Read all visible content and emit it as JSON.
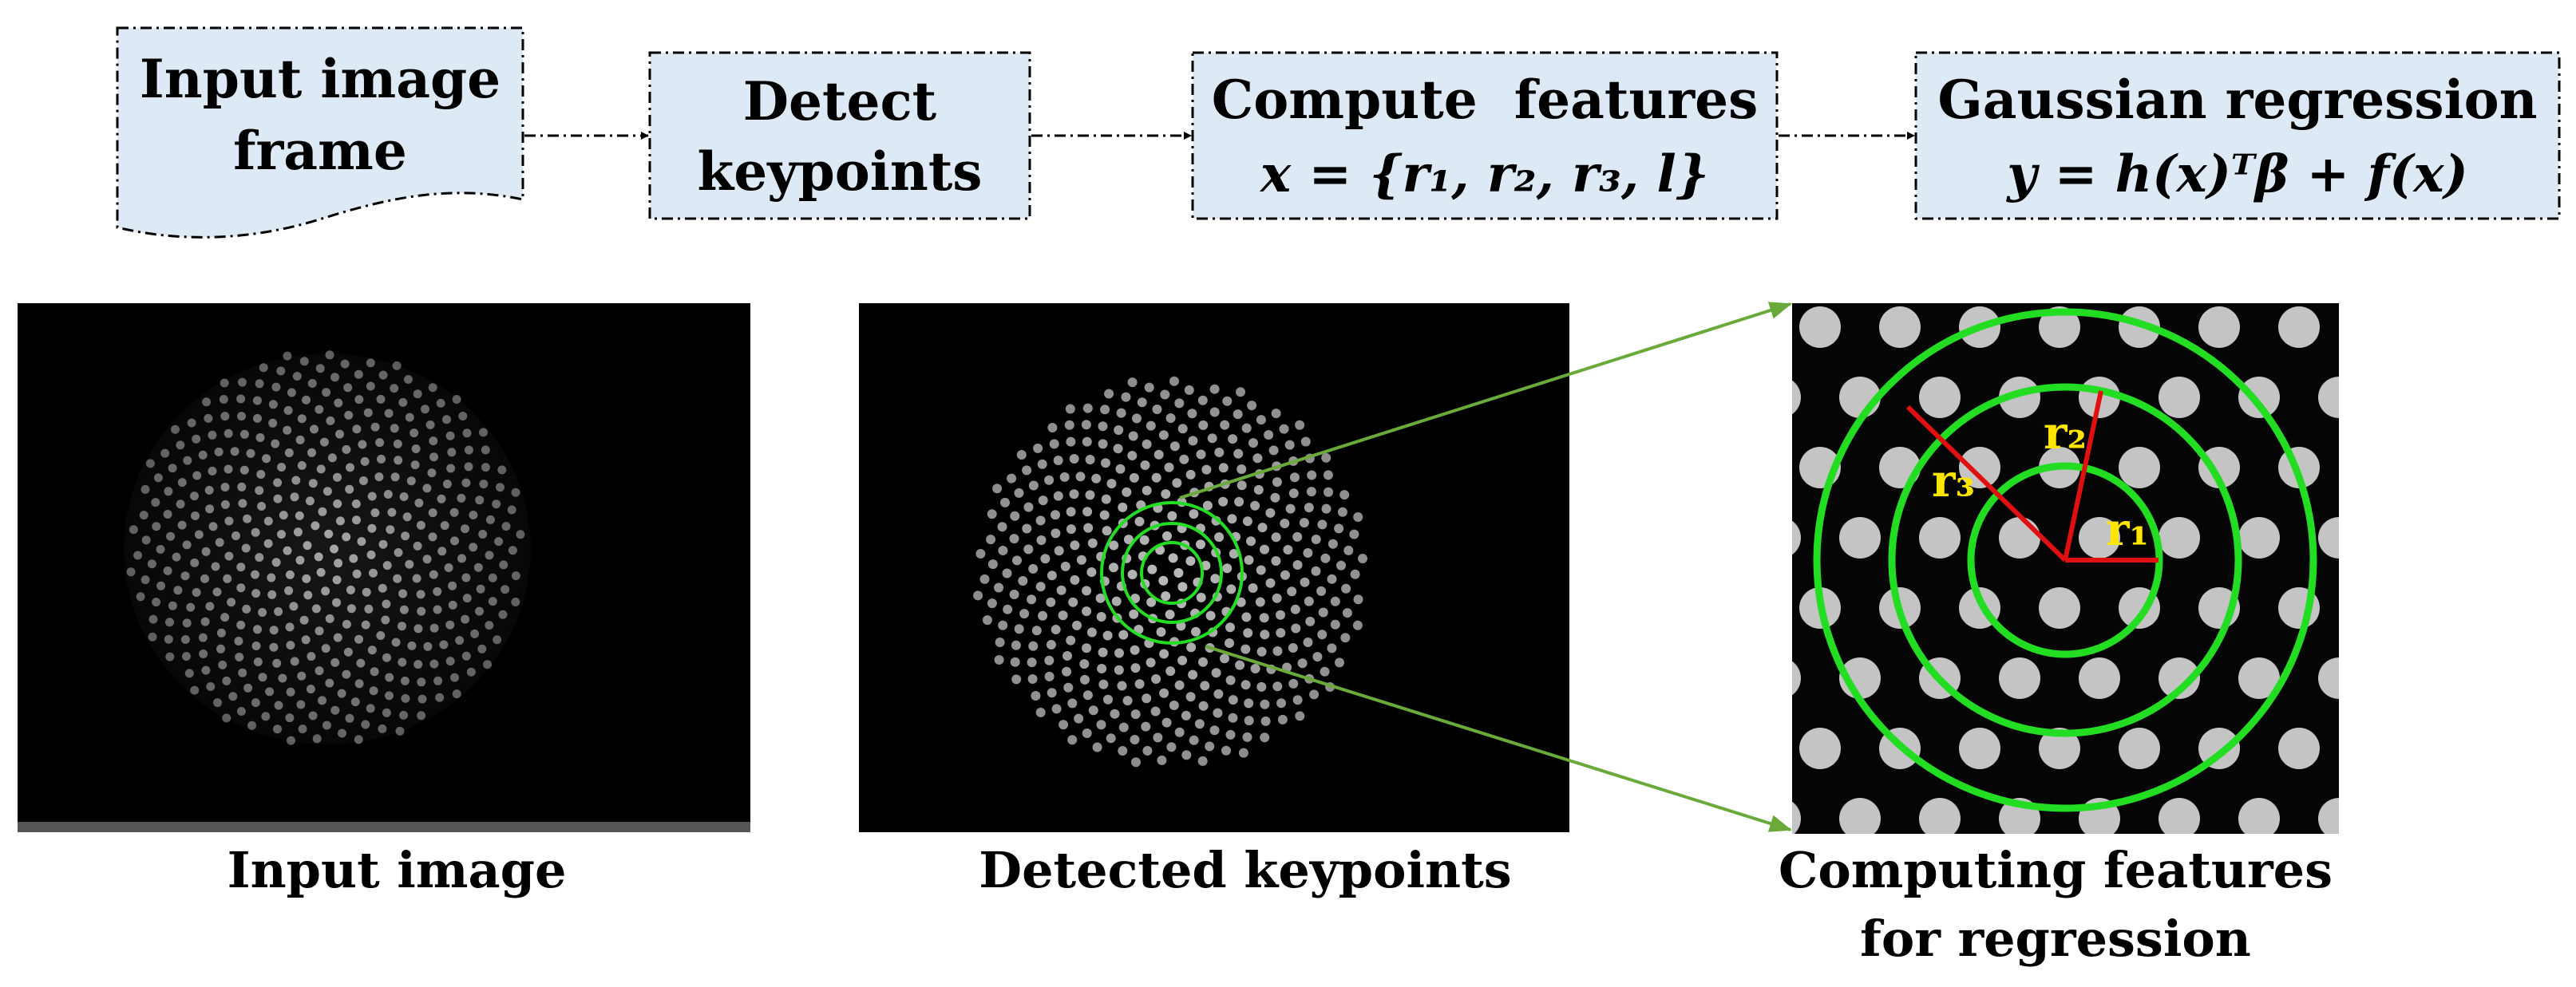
{
  "flow": {
    "step1": {
      "line1": "Input image",
      "line2": "frame"
    },
    "step2": {
      "line1": "Detect",
      "line2": "keypoints"
    },
    "step3": {
      "title": "Compute  features",
      "equation": "x = {r₁, r₂, r₃, l}"
    },
    "step4": {
      "title": "Gaussian regression",
      "equation": "y = h(x)ᵀβ + f(x)"
    }
  },
  "panels": {
    "input_caption": "Input image",
    "detected_caption": "Detected keypoints",
    "features_caption_line1": "Computing features",
    "features_caption_line2": "for regression",
    "radius_labels": {
      "r1": "r₁",
      "r2": "r₂",
      "r3": "r₃"
    }
  },
  "colors": {
    "box_fill": "#dde9f5",
    "ring_green": "#22dd22",
    "arrow_green": "#6aaa3a",
    "radius_red": "#e01010",
    "label_yellow": "#ffe600",
    "dot_gray": "#bcbcbc"
  }
}
